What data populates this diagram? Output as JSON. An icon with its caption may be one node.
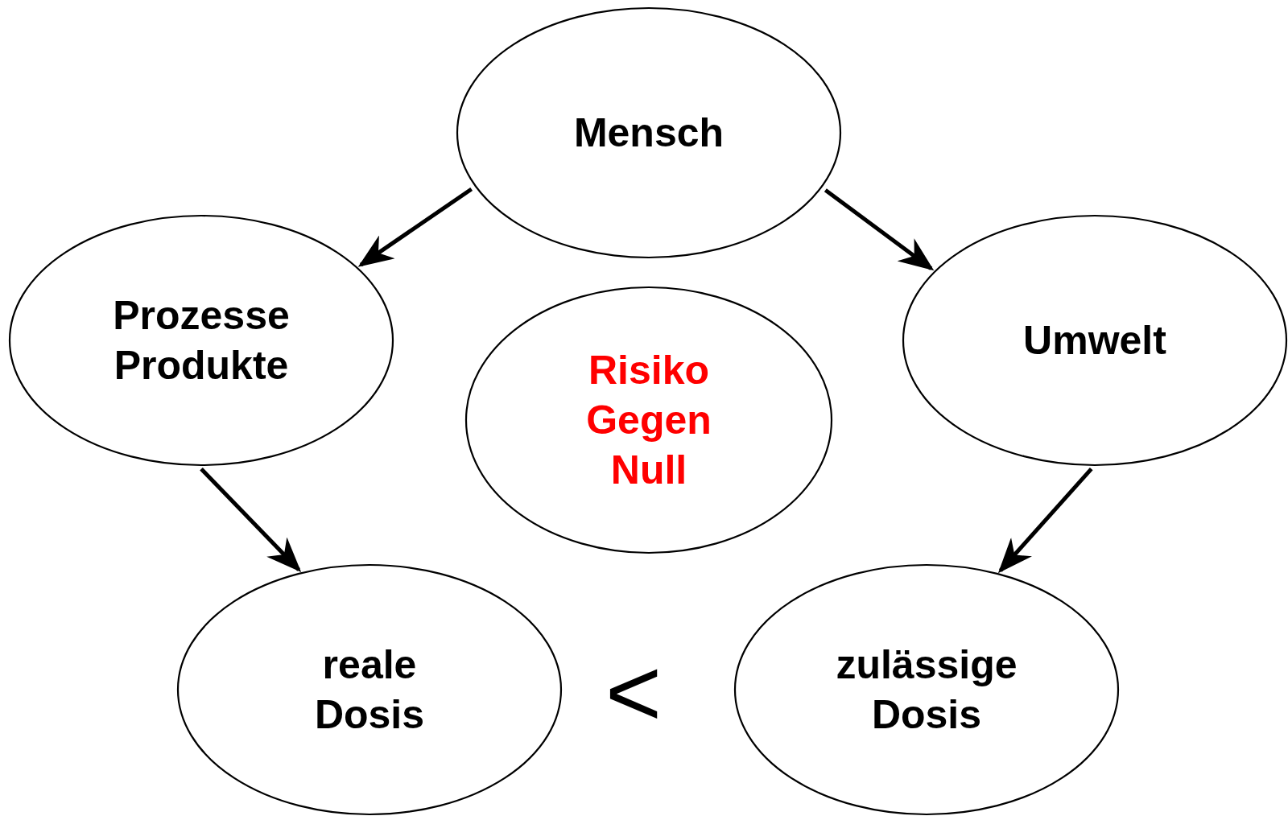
{
  "diagram": {
    "nodes": [
      {
        "text": [
          "Mensch"
        ]
      },
      {
        "text": [
          "Prozesse Produkte"
        ]
      },
      {
        "text": [
          "Umwelt"
        ]
      },
      {
        "text": [
          "Risiko Gegen Null"
        ]
      },
      {
        "text": [
          "reale Dosis"
        ]
      },
      {
        "text": [
          "zulässige Dosis"
        ]
      }
    ],
    "edges": [
      {
        "from": 0,
        "to": 1,
        "arrow": "to"
      },
      {
        "from": 0,
        "to": 2,
        "arrow": "to"
      },
      {
        "from": 1,
        "to": 4,
        "arrow": "to"
      },
      {
        "from": 2,
        "to": 5,
        "arrow": "to"
      }
    ],
    "labels": [
      "<"
    ]
  }
}
